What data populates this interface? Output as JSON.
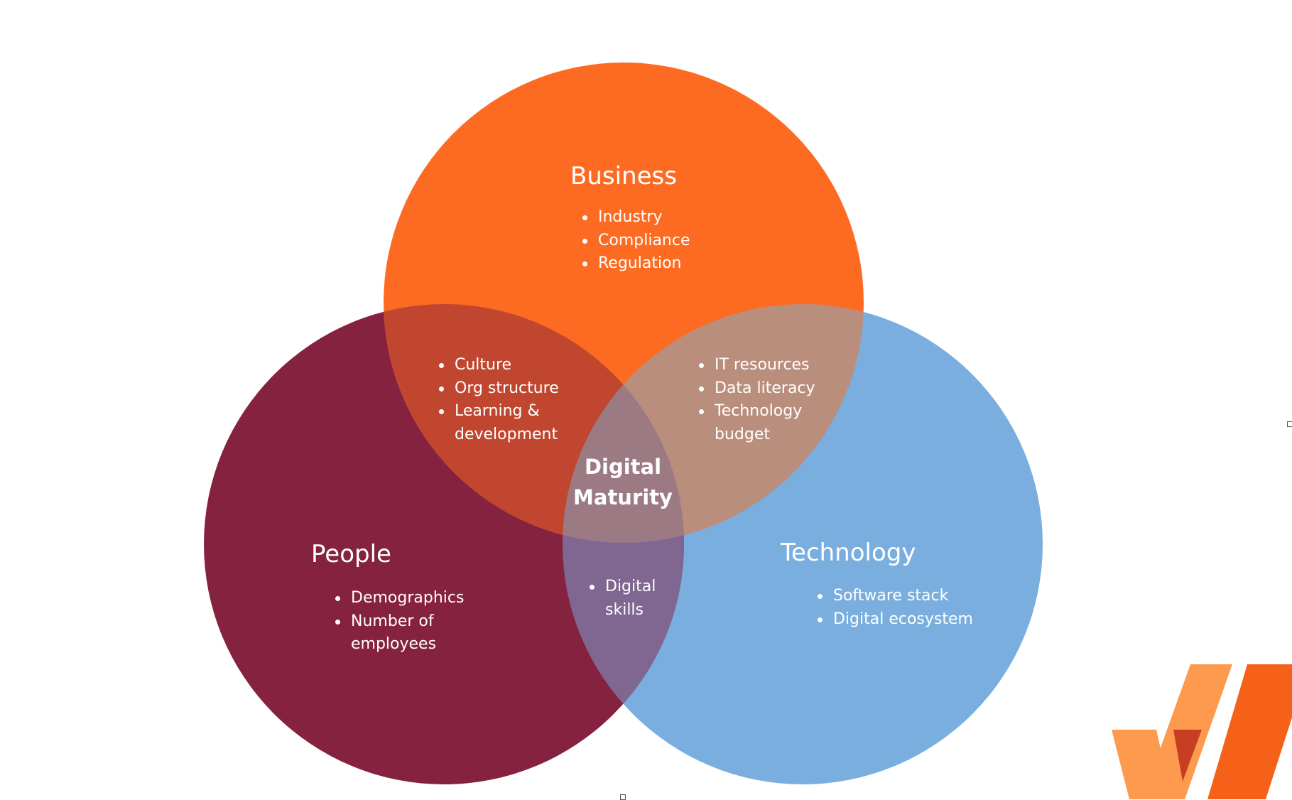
{
  "colors": {
    "business": "#fd6b22",
    "people": "#852240",
    "technology": "#7aaede",
    "business_people": "#c1462f",
    "business_technology": "#ba8e7d",
    "people_technology": "#7f6791",
    "center": "#9c7a83",
    "logo_light": "#fd9a4d",
    "logo_dark": "#f6611a",
    "logo_mid": "#c73e24"
  },
  "diagram": {
    "business": {
      "title": "Business",
      "items": [
        "Industry",
        "Compliance",
        "Regulation"
      ]
    },
    "business_people": {
      "items": [
        "Culture",
        "Org structure",
        "Learning & development"
      ]
    },
    "business_technology": {
      "items": [
        "IT resources",
        "Data literacy",
        "Technology budget"
      ]
    },
    "people": {
      "title": "People",
      "items": [
        "Demographics",
        "Number of employees"
      ]
    },
    "people_technology": {
      "items": [
        "Digital skills"
      ]
    },
    "technology": {
      "title": "Technology",
      "items": [
        "Software stack",
        "Digital ecosystem"
      ]
    },
    "center": {
      "line1": "Digital",
      "line2": "Maturity"
    }
  },
  "logo": {
    "icon": "w-logo-icon"
  }
}
